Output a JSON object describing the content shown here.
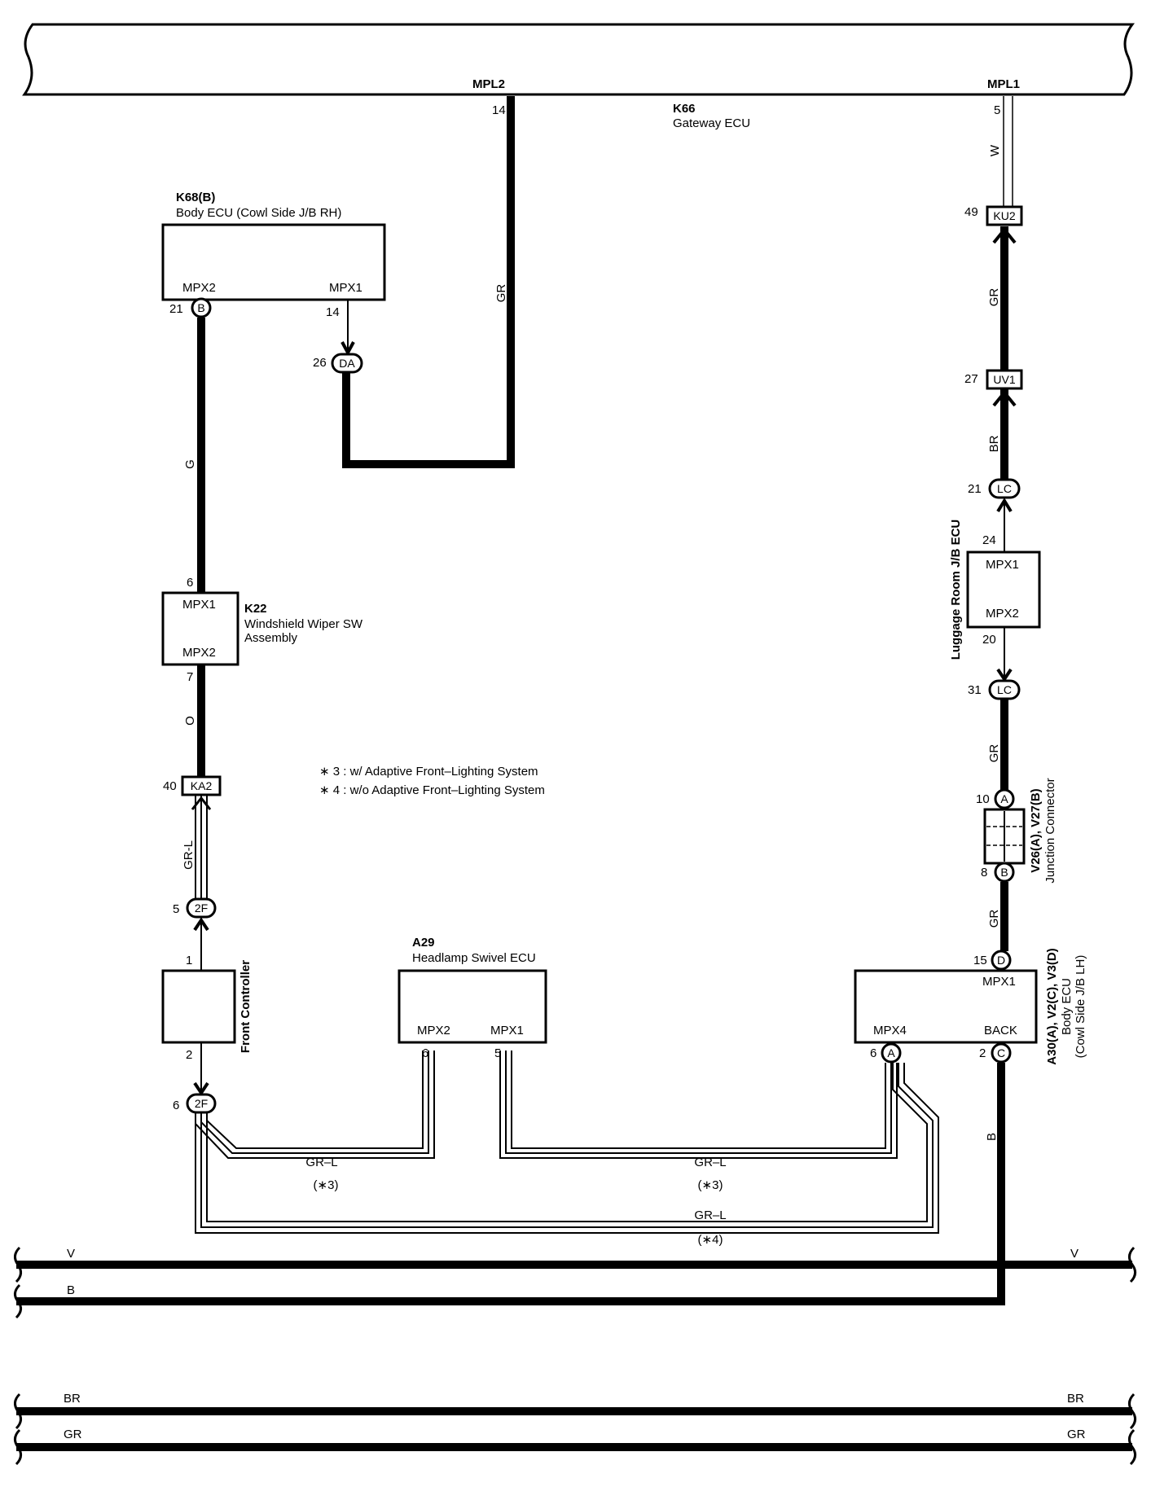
{
  "top_bus": {
    "mpl2": "MPL2",
    "mpl1": "MPL1"
  },
  "gateway": {
    "code": "K66",
    "name": "Gateway ECU",
    "pin_mpl2": "14",
    "pin_mpl1": "5",
    "wire_mpl1": "W",
    "wire_mpl2": "GR"
  },
  "body_ecu_rh": {
    "code": "K68(B)",
    "name": "Body ECU (Cowl Side J/B RH)",
    "pin_mpx2_label": "MPX2",
    "pin_mpx1_label": "MPX1",
    "pin_21": "21",
    "conn_b": "B",
    "pin_14": "14",
    "pin_26": "26",
    "conn_da": "DA",
    "wire_g": "G"
  },
  "wiper": {
    "code": "K22",
    "name1": "Windshield Wiper SW",
    "name2": "Assembly",
    "mpx1": "MPX1",
    "mpx2": "MPX2",
    "pin_6": "6",
    "pin_7": "7",
    "wire_o": "O"
  },
  "ka2": {
    "pin": "40",
    "label": "KA2",
    "wire": "GR-L"
  },
  "conn_2f_top": {
    "pin": "5",
    "label": "2F"
  },
  "front_controller": {
    "name": "Front Controller",
    "pin1": "1",
    "pin2": "2"
  },
  "conn_2f_bot": {
    "pin": "6",
    "label": "2F"
  },
  "notes": [
    "∗ 3 : w/ Adaptive Front–Lighting System",
    "∗ 4 : w/o Adaptive Front–Lighting System"
  ],
  "headlamp": {
    "code": "A29",
    "name": "Headlamp Swivel ECU",
    "mpx2": "MPX2",
    "mpx1": "MPX1",
    "pin6": "6",
    "pin5": "5"
  },
  "body_ecu_lh": {
    "codes": "A30(A), V2(C), V3(D)",
    "name1": "Body ECU",
    "name2": "(Cowl Side J/B LH)",
    "mpx1": "MPX1",
    "mpx4": "MPX4",
    "back": "BACK",
    "pin15": "15",
    "conn_d": "D",
    "pin6": "6",
    "conn_a": "A",
    "pin2": "2",
    "conn_c": "C",
    "wire_b": "B"
  },
  "bottom_wires": {
    "wire1": "GR–L",
    "note1": "(∗3)",
    "wire2": "GR–L",
    "note2": "(∗3)",
    "wire3": "GR–L",
    "note3": "(∗4)"
  },
  "right_chain": {
    "ku2_pin": "49",
    "ku2": "KU2",
    "gr1": "GR",
    "uv1_pin": "27",
    "uv1": "UV1",
    "br": "BR",
    "lc1_pin": "21",
    "lc1": "LC",
    "lr_name": "Luggage Room J/B ECU",
    "lr_pin24": "24",
    "lr_mpx1": "MPX1",
    "lr_mpx2": "MPX2",
    "lr_pin20": "20",
    "lc2_pin": "31",
    "lc2": "LC",
    "gr2": "GR",
    "jc_pin10": "10",
    "jc_a": "A",
    "jc_code": "V26(A), V27(B)",
    "jc_name": "Junction Connector",
    "jc_pin8": "8",
    "jc_b": "B",
    "gr3": "GR"
  },
  "power_bus": {
    "v_left": "V",
    "v_right": "V",
    "b_left": "B"
  },
  "lower_bus": {
    "br_left": "BR",
    "br_right": "BR",
    "gr_left": "GR",
    "gr_right": "GR"
  }
}
